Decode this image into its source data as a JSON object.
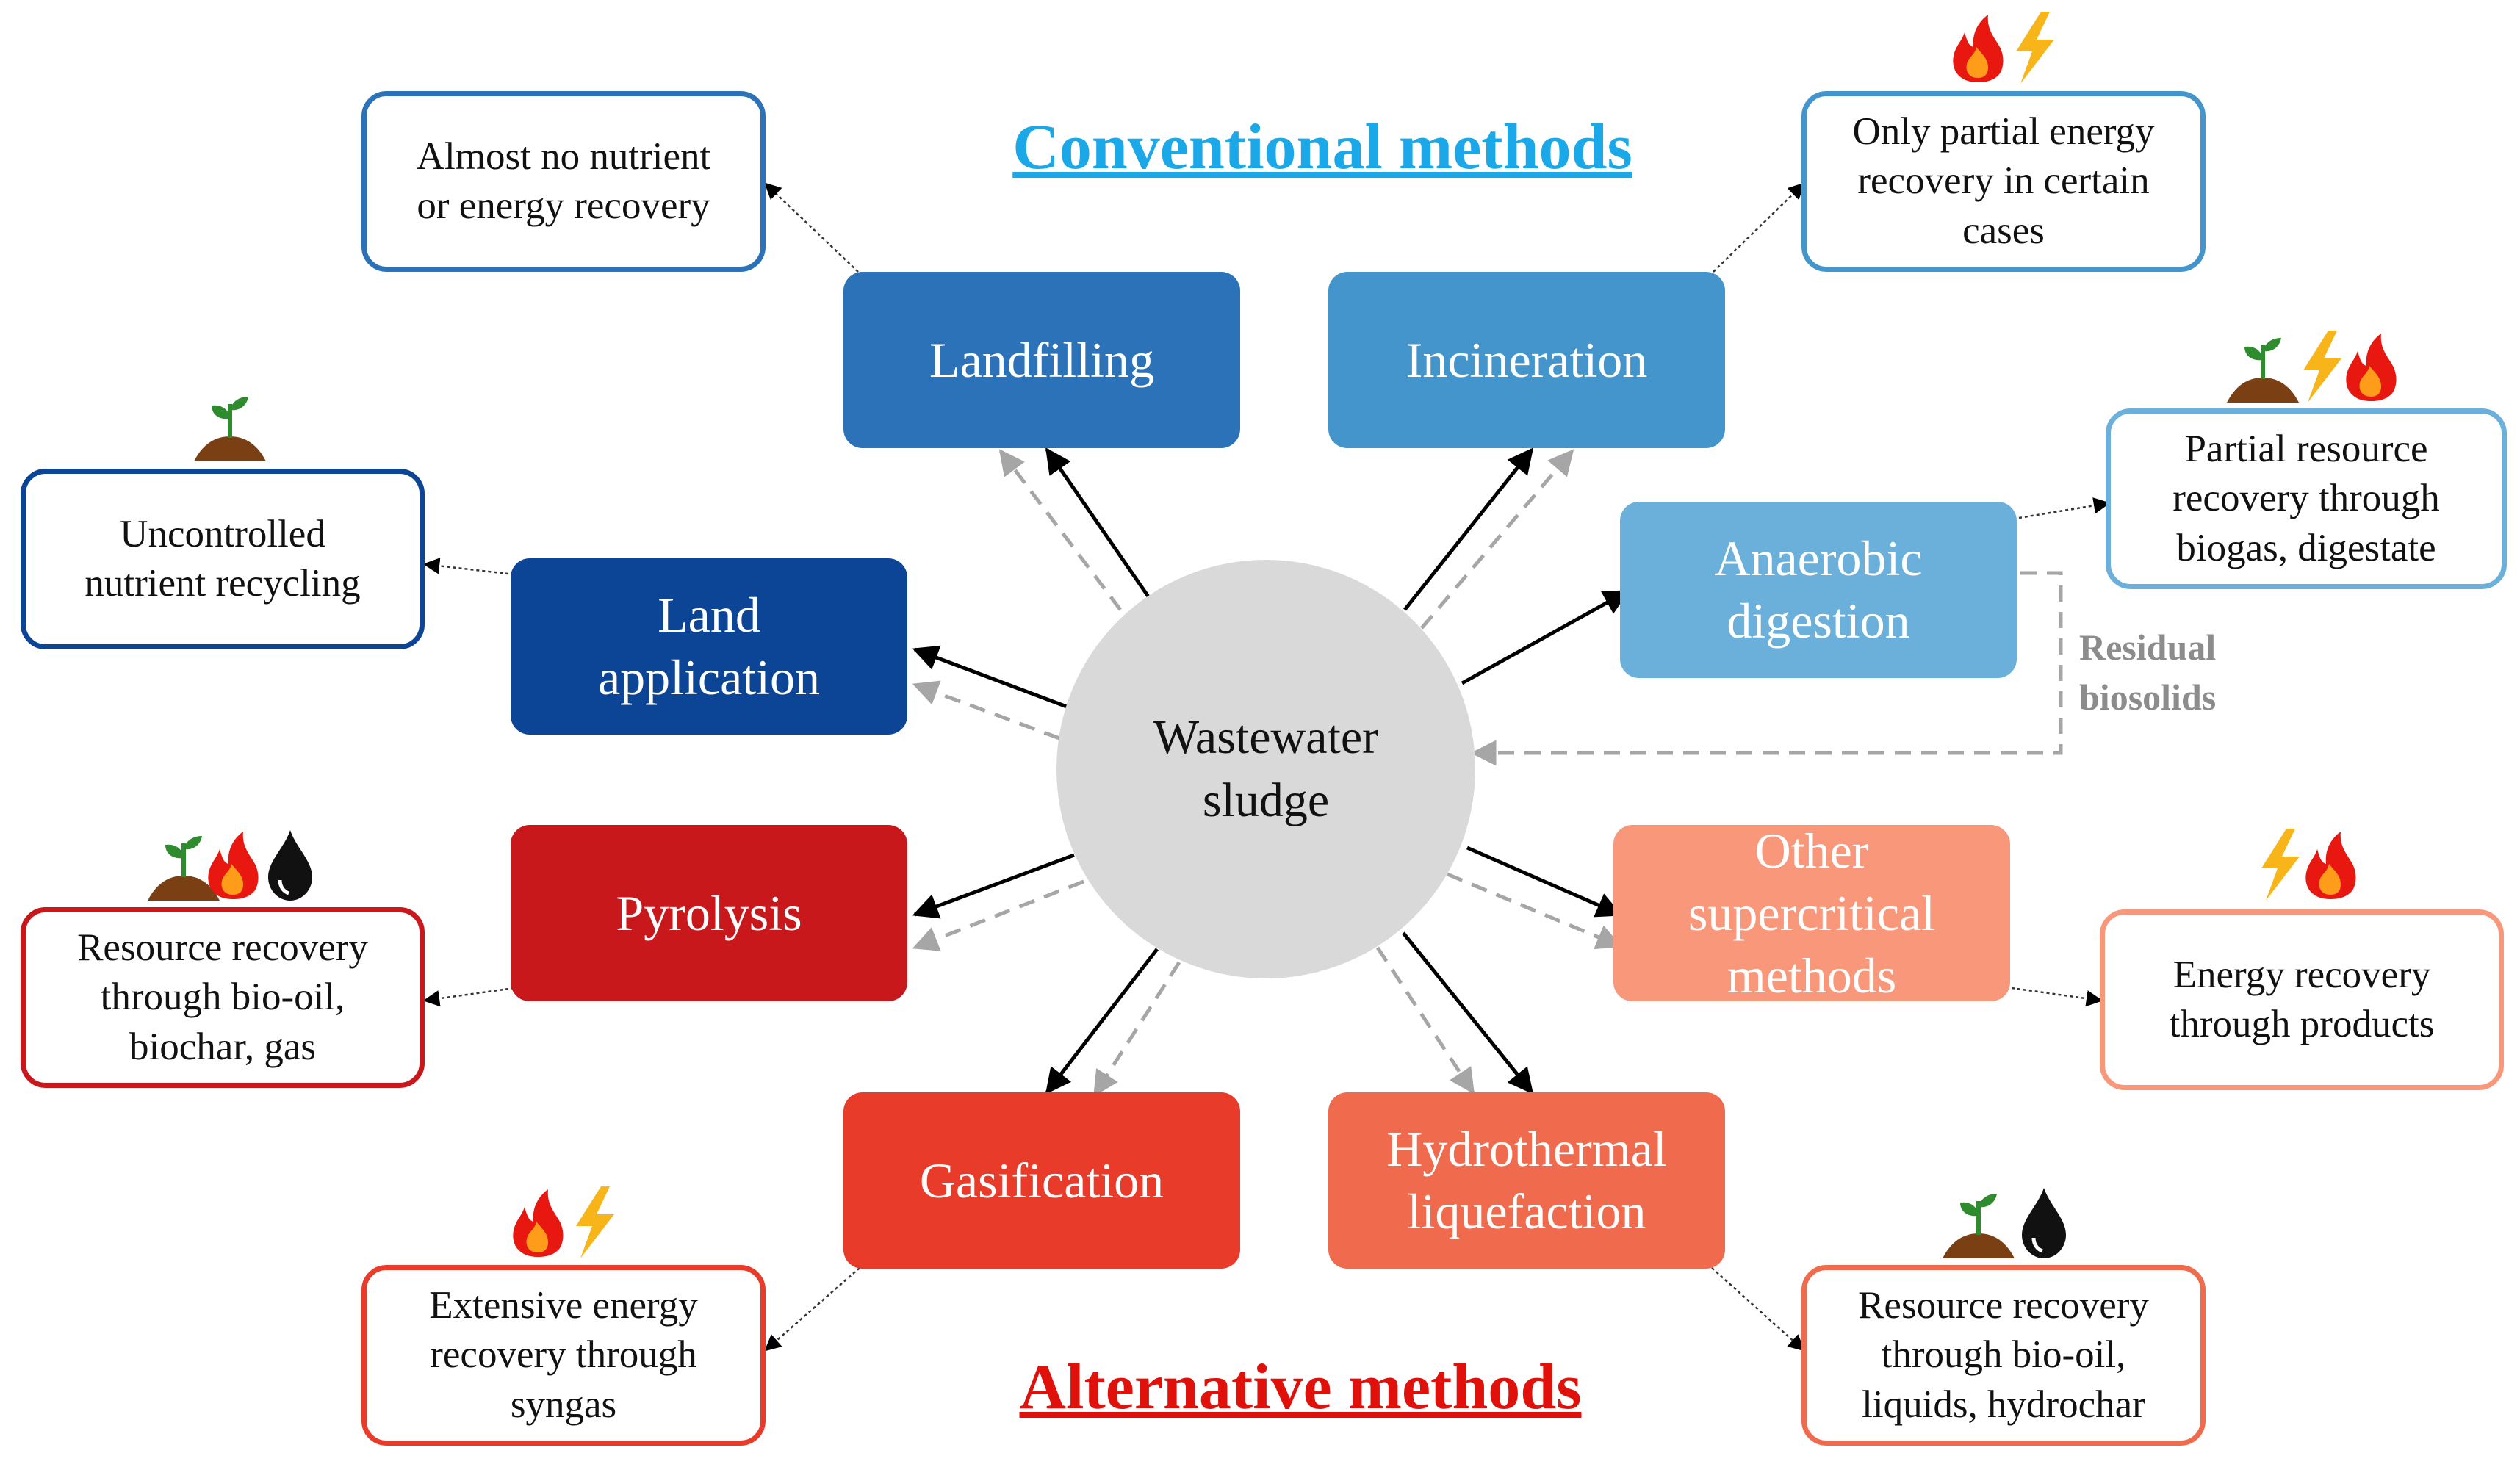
{
  "headings": {
    "conventional": "Conventional methods",
    "alternative": "Alternative methods"
  },
  "center": {
    "label": "Wastewater\nsludge"
  },
  "methods": {
    "landfilling": "Landfilling",
    "incineration": "Incineration",
    "land_application": "Land\napplication",
    "anaerobic_digestion": "Anaerobic\ndigestion",
    "pyrolysis": "Pyrolysis",
    "other_supercritical": "Other\nsupercritical\nmethods",
    "gasification": "Gasification",
    "hydrothermal": "Hydrothermal\nliquefaction"
  },
  "outcomes": {
    "landfilling": "Almost no nutrient\nor energy recovery",
    "incineration": "Only partial energy\nrecovery in certain\ncases",
    "land_application": "Uncontrolled\nnutrient recycling",
    "anaerobic_digestion": "Partial resource\nrecovery through\nbiogas, digestate",
    "pyrolysis": "Resource recovery\nthrough bio-oil,\nbiochar, gas",
    "other_supercritical": "Energy recovery\nthrough products",
    "gasification": "Extensive energy\nrecovery through\nsyngas",
    "hydrothermal": "Resource recovery\nthrough bio-oil,\nliquids, hydrochar"
  },
  "residual_label": "Residual\nbiosolids",
  "colors": {
    "conventional_heading": "#1aa8e8",
    "alternative_heading": "#e0100a",
    "landfilling": "#2c72b8",
    "incineration": "#4395cc",
    "land_application": "#0c4595",
    "anaerobic_digestion": "#6bb0da",
    "pyrolysis": "#c8181c",
    "gasification": "#e83b2a",
    "hydrothermal": "#f06b4d",
    "other_supercritical": "#f8977a"
  },
  "icons": {
    "landfilling": [],
    "incineration": [
      "fire-icon",
      "lightning-icon"
    ],
    "land_application": [
      "sprout-icon"
    ],
    "anaerobic_digestion": [
      "sprout-icon",
      "lightning-icon",
      "fire-icon"
    ],
    "pyrolysis": [
      "sprout-icon",
      "fire-icon",
      "oil-drop-icon"
    ],
    "other_supercritical": [
      "lightning-icon",
      "fire-icon"
    ],
    "gasification": [
      "fire-icon",
      "lightning-icon"
    ],
    "hydrothermal": [
      "sprout-icon",
      "oil-drop-icon"
    ]
  }
}
